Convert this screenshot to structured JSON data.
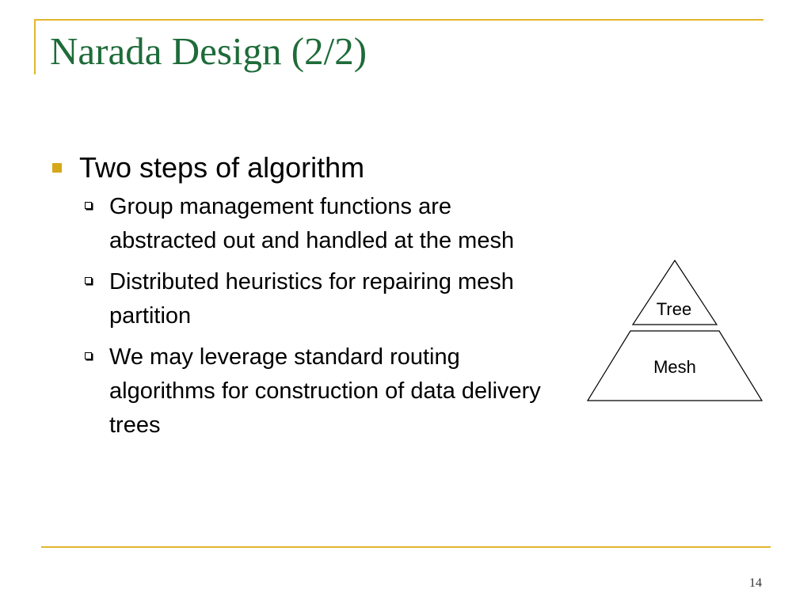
{
  "slide": {
    "title": "Narada Design (2/2)",
    "bullets": [
      {
        "text": "Two steps of algorithm",
        "subitems": [
          "Group management functions are abstracted out and handled at the mesh",
          "Distributed heuristics for repairing mesh partition",
          "We may leverage standard routing algorithms for construction of data delivery trees"
        ]
      }
    ],
    "diagram": {
      "top_label": "Tree",
      "bottom_label": "Mesh"
    },
    "page_number": "14"
  },
  "colors": {
    "title": "#1e6b39",
    "accent_rule": "#e2b72e",
    "bullet": "#d5a81a"
  }
}
